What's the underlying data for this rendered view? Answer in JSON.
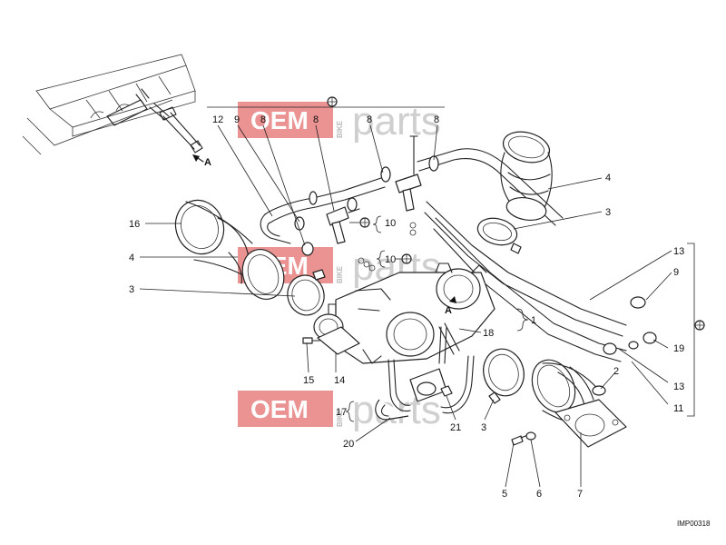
{
  "watermark": {
    "oem": "OEM",
    "bike": "BIKE",
    "parts": "parts"
  },
  "diagram_code": "IMP00318",
  "reference_letter": "A",
  "colors": {
    "watermark_red": "#e46d6d",
    "watermark_grey": "#cfcfcf",
    "line": "#222222"
  },
  "callouts": [
    {
      "id": "c12a",
      "label": "12"
    },
    {
      "id": "c9a",
      "label": "9"
    },
    {
      "id": "c8a",
      "label": "8"
    },
    {
      "id": "c8b",
      "label": "8"
    },
    {
      "id": "c8c",
      "label": "8"
    },
    {
      "id": "c8d",
      "label": "8"
    },
    {
      "id": "c4a",
      "label": "4"
    },
    {
      "id": "c3a",
      "label": "3"
    },
    {
      "id": "c16",
      "label": "16"
    },
    {
      "id": "c4b",
      "label": "4"
    },
    {
      "id": "c3b",
      "label": "3"
    },
    {
      "id": "c10a",
      "label": "10"
    },
    {
      "id": "c10b",
      "label": "10"
    },
    {
      "id": "c13a",
      "label": "13"
    },
    {
      "id": "c9b",
      "label": "9"
    },
    {
      "id": "c19",
      "label": "19"
    },
    {
      "id": "c13b",
      "label": "13"
    },
    {
      "id": "c11",
      "label": "11"
    },
    {
      "id": "c1",
      "label": "1"
    },
    {
      "id": "c18",
      "label": "18"
    },
    {
      "id": "c2",
      "label": "2"
    },
    {
      "id": "c15",
      "label": "15"
    },
    {
      "id": "c14",
      "label": "14"
    },
    {
      "id": "c17",
      "label": "17"
    },
    {
      "id": "c20",
      "label": "20"
    },
    {
      "id": "c21",
      "label": "21"
    },
    {
      "id": "c3c",
      "label": "3"
    },
    {
      "id": "c5",
      "label": "5"
    },
    {
      "id": "c6",
      "label": "6"
    },
    {
      "id": "c7",
      "label": "7"
    }
  ]
}
